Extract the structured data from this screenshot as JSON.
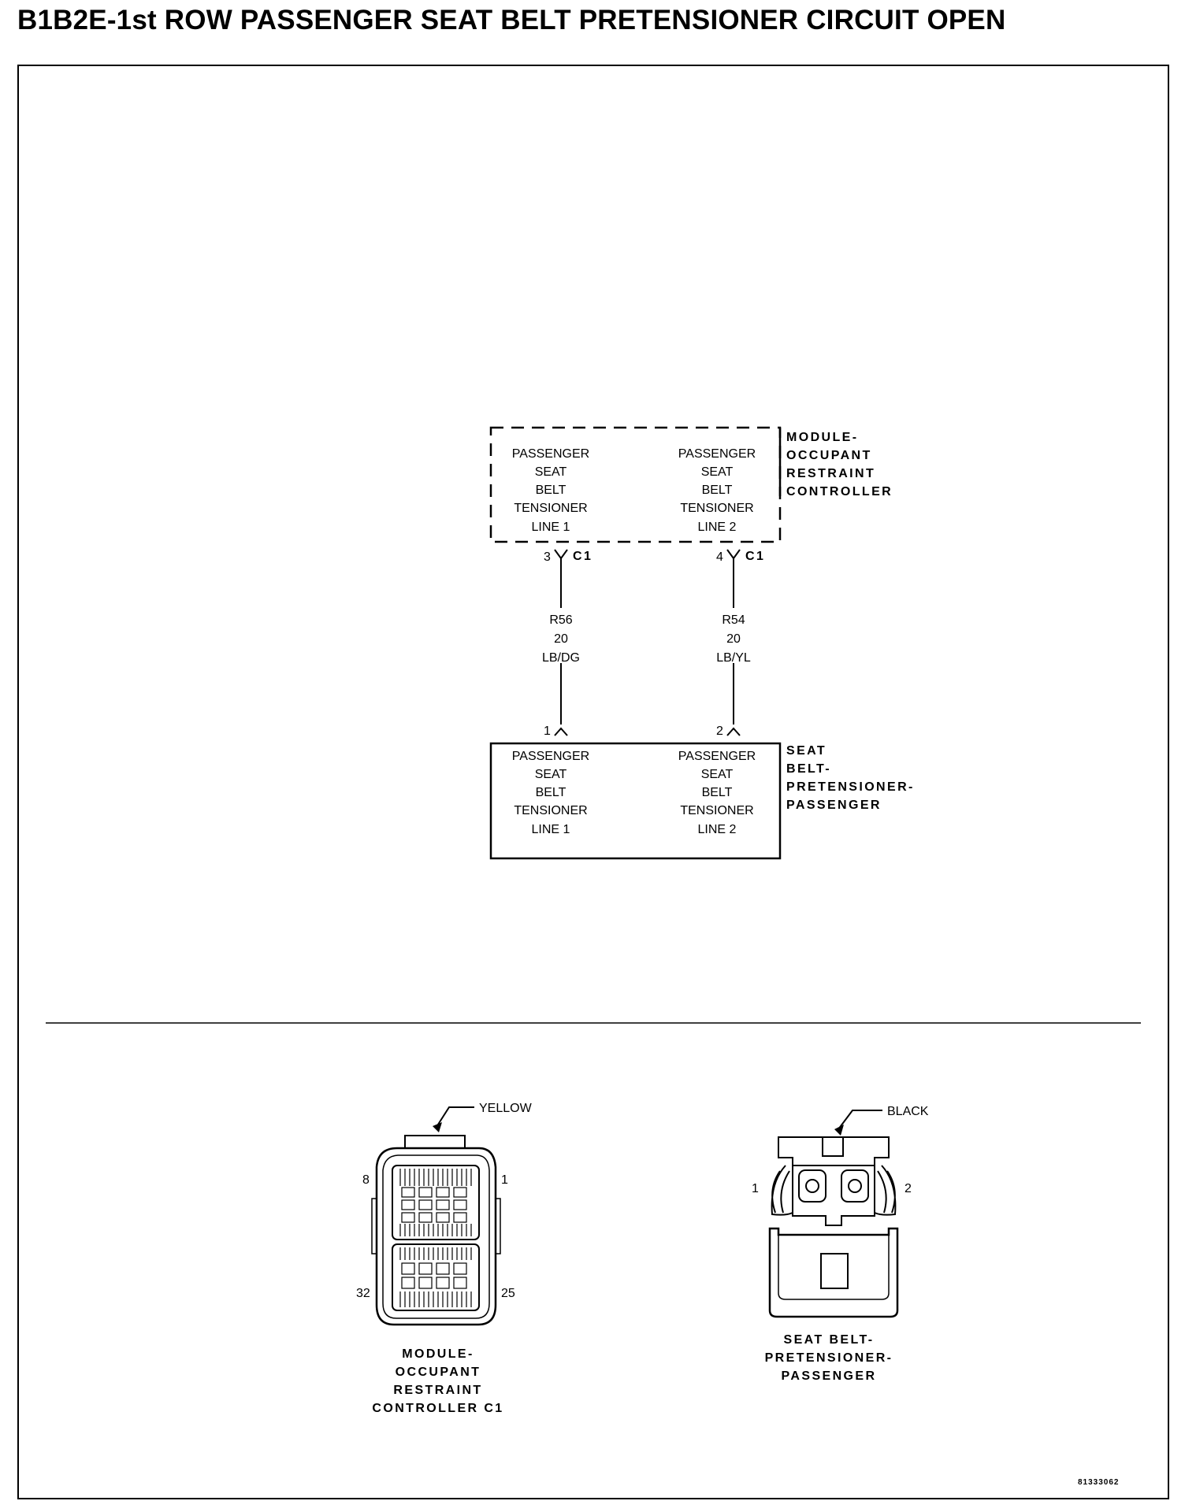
{
  "title": "B1B2E-1st ROW PASSENGER SEAT BELT PRETENSIONER CIRCUIT OPEN",
  "module": {
    "name_lines": [
      "MODULE-",
      "OCCUPANT",
      "RESTRAINT",
      "CONTROLLER"
    ],
    "line1_lines": [
      "PASSENGER",
      "SEAT",
      "BELT",
      "TENSIONER",
      "LINE 1"
    ],
    "line2_lines": [
      "PASSENGER",
      "SEAT",
      "BELT",
      "TENSIONER",
      "LINE 2"
    ],
    "connector": "C1",
    "pin_line1": "3",
    "pin_line2": "4"
  },
  "wires": [
    {
      "circuit": "R56",
      "gauge": "20",
      "color": "LB/DG"
    },
    {
      "circuit": "R54",
      "gauge": "20",
      "color": "LB/YL"
    }
  ],
  "pretensioner": {
    "name_lines": [
      "SEAT",
      "BELT-",
      "PRETENSIONER-",
      "PASSENGER"
    ],
    "line1_lines": [
      "PASSENGER",
      "SEAT",
      "BELT",
      "TENSIONER",
      "LINE 1"
    ],
    "line2_lines": [
      "PASSENGER",
      "SEAT",
      "BELT",
      "TENSIONER",
      "LINE 2"
    ],
    "pin_line1": "1",
    "pin_line2": "2"
  },
  "connector_views": {
    "module_connector": {
      "color_label": "YELLOW",
      "pin_labels": {
        "top_left": "8",
        "top_right": "1",
        "bottom_left": "32",
        "bottom_right": "25"
      },
      "caption_lines": [
        "MODULE-",
        "OCCUPANT",
        "RESTRAINT",
        "CONTROLLER C1"
      ]
    },
    "pretensioner_connector": {
      "color_label": "BLACK",
      "pin_labels": {
        "left": "1",
        "right": "2"
      },
      "caption_lines": [
        "SEAT BELT-",
        "PRETENSIONER-",
        "PASSENGER"
      ]
    }
  },
  "figure_id": "81333062"
}
